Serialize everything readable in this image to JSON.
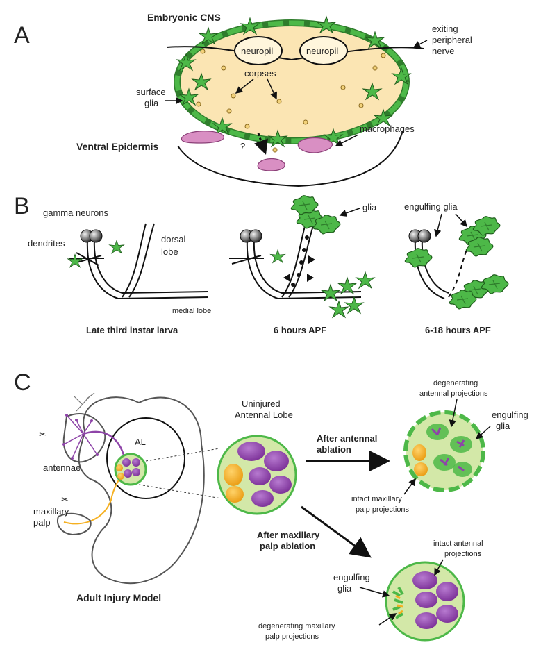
{
  "panels": {
    "a": {
      "letter": "A",
      "title": "Embryonic CNS",
      "neuropil": "neuropil",
      "exiting_nerve": [
        "exiting",
        "peripheral",
        "nerve"
      ],
      "corpses": "corpses",
      "surface_glia": [
        "surface",
        "glia"
      ],
      "macrophages": "macrophages",
      "ventral_epidermis": "Ventral Epidermis",
      "question": "?"
    },
    "b": {
      "letter": "B",
      "gamma_neurons": "gamma neurons",
      "dendrites": "dendrites",
      "dorsal_lobe": [
        "dorsal",
        "lobe"
      ],
      "medial_lobe": "medial lobe",
      "glia": "glia",
      "engulfing_glia": "engulfing glia",
      "stages": [
        "Late third instar larva",
        "6 hours APF",
        "6-18 hours APF"
      ]
    },
    "c": {
      "letter": "C",
      "al": "AL",
      "antennae": "antennae",
      "maxillary_palp": [
        "maxillary",
        "palp"
      ],
      "model_title": "Adult Injury Model",
      "uninjured": [
        "Uninjured",
        "Antennal Lobe"
      ],
      "after_antennal": [
        "After antennal",
        "ablation"
      ],
      "after_maxillary": [
        "After maxillary",
        "palp ablation"
      ],
      "degenerating_antennal": [
        "degenerating",
        "antennal projections"
      ],
      "engulfing_glia": [
        "engulfing",
        "glia"
      ],
      "intact_maxillary": [
        "intact maxillary",
        "palp projections"
      ],
      "intact_antennal": [
        "intact antennal",
        "projections"
      ],
      "engulfing_glia_2": [
        "engulfing",
        "glia"
      ],
      "degenerating_maxillary": [
        "degenerating maxillary",
        "palp projections"
      ]
    }
  },
  "colors": {
    "glia_green": "#4db848",
    "glia_dark": "#2f7d2c",
    "cns_fill": "#fbe5b3",
    "macrophage": "#d98fc3",
    "lobe_bg": "#d3e8a8",
    "purple": "#8e44a8",
    "orange": "#f5b021",
    "corpse": "#f3d27a"
  },
  "icons": [
    "scissors-icon",
    "neuron-soma-icon"
  ]
}
